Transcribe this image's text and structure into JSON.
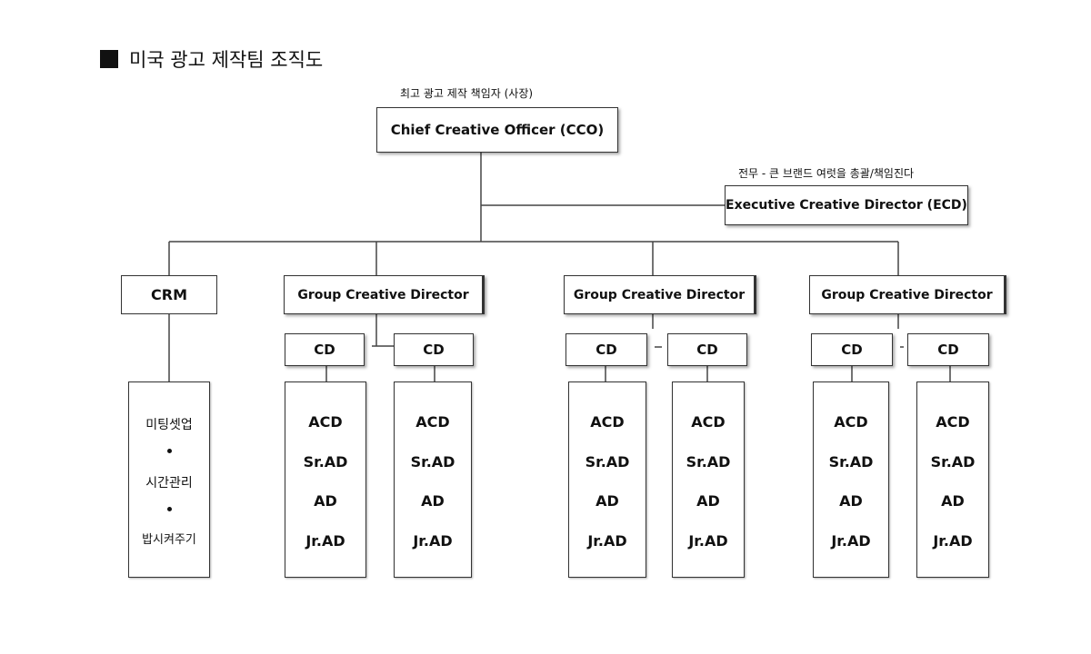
{
  "title": "미국 광고 제작팀 조직도",
  "cco": {
    "caption": "최고 광고 제작 책임자 (사장)",
    "label": "Chief Creative Officer (CCO)"
  },
  "ecd": {
    "caption": "전무 - 큰 브랜드 여럿을 총괄/책임진다",
    "label": "Executive Creative Director (ECD)"
  },
  "crm": {
    "label": "CRM",
    "tasks": [
      "미팅셋업",
      "시간관리",
      "밥시켜주기"
    ]
  },
  "groups": [
    {
      "label": "Group Creative Director",
      "cds": [
        {
          "label": "CD",
          "staff": [
            "ACD",
            "Sr.AD",
            "AD",
            "Jr.AD"
          ]
        },
        {
          "label": "CD",
          "staff": [
            "ACD",
            "Sr.AD",
            "AD",
            "Jr.AD"
          ]
        }
      ]
    },
    {
      "label": "Group Creative Director",
      "cds": [
        {
          "label": "CD",
          "staff": [
            "ACD",
            "Sr.AD",
            "AD",
            "Jr.AD"
          ]
        },
        {
          "label": "CD",
          "staff": [
            "ACD",
            "Sr.AD",
            "AD",
            "Jr.AD"
          ]
        }
      ]
    },
    {
      "label": "Group Creative Director",
      "cds": [
        {
          "label": "CD",
          "staff": [
            "ACD",
            "Sr.AD",
            "AD",
            "Jr.AD"
          ]
        },
        {
          "label": "CD",
          "staff": [
            "ACD",
            "Sr.AD",
            "AD",
            "Jr.AD"
          ]
        }
      ]
    }
  ]
}
